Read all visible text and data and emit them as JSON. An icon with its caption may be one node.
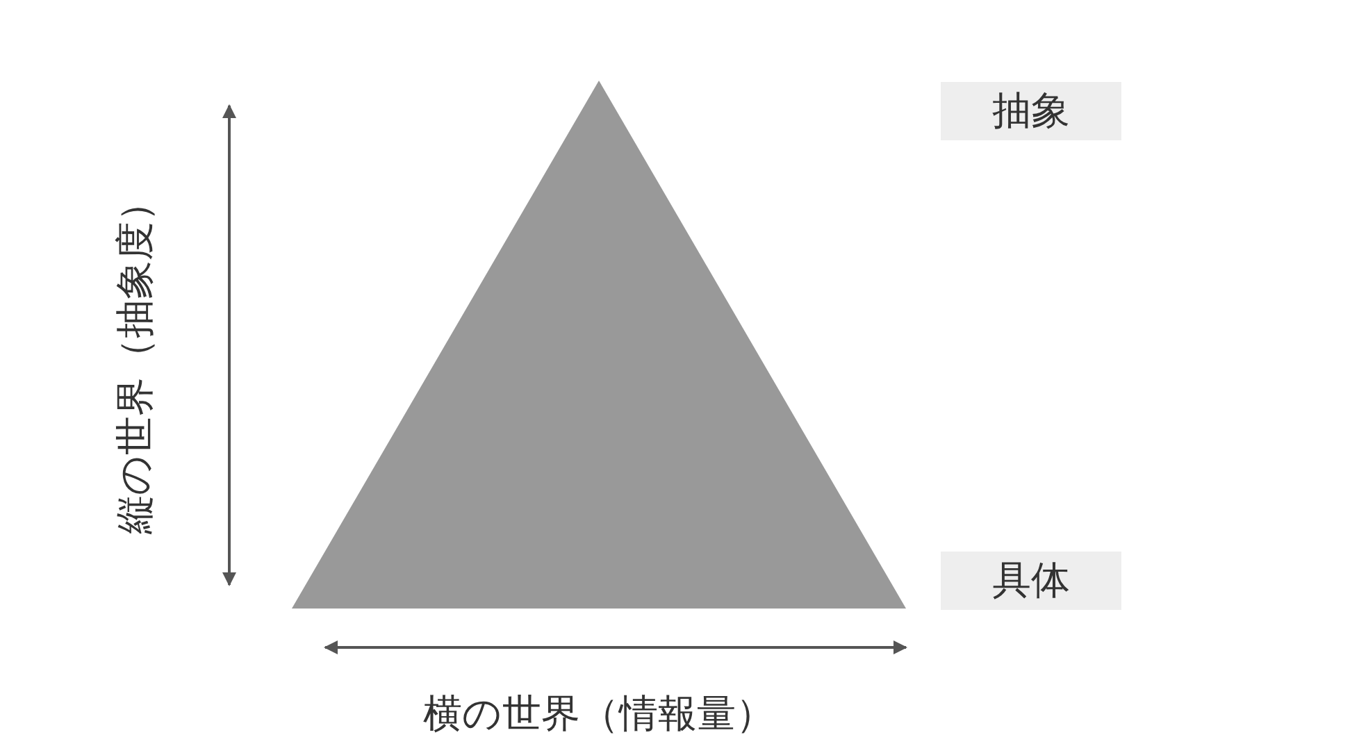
{
  "diagram": {
    "nodes": [
      {
        "text": [
          "抽象"
        ]
      },
      {
        "text": [
          "具体"
        ]
      }
    ],
    "labels": [
      "縦の世界（抽象度）",
      "横の世界（情報量）"
    ]
  }
}
